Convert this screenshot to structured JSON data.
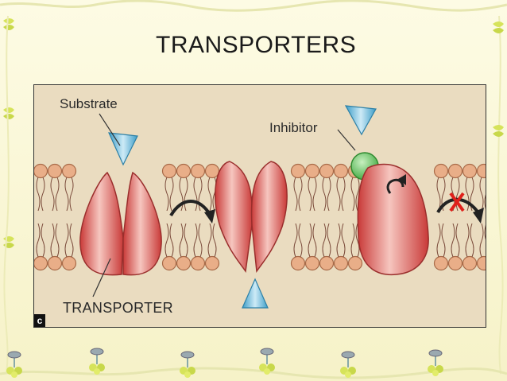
{
  "slide": {
    "title": "TRANSPORTERS"
  },
  "figure": {
    "labels": {
      "substrate": "Substrate",
      "inhibitor": "Inhibitor",
      "transporter": "TRANSPORTER",
      "panel": "c"
    }
  },
  "colors": {
    "background": "#fbf8d8",
    "membrane_bg": "#eadcc0",
    "lipid_head": "#e8a882",
    "transporter": "#d9534f",
    "substrate": "#5ab4d6",
    "inhibitor": "#5cc25c",
    "block_mark": "#e0201a"
  },
  "icons": {
    "border_decoration": "flower-pin-icon",
    "arrow": "curved-arrow-icon",
    "block": "x-mark-icon"
  }
}
